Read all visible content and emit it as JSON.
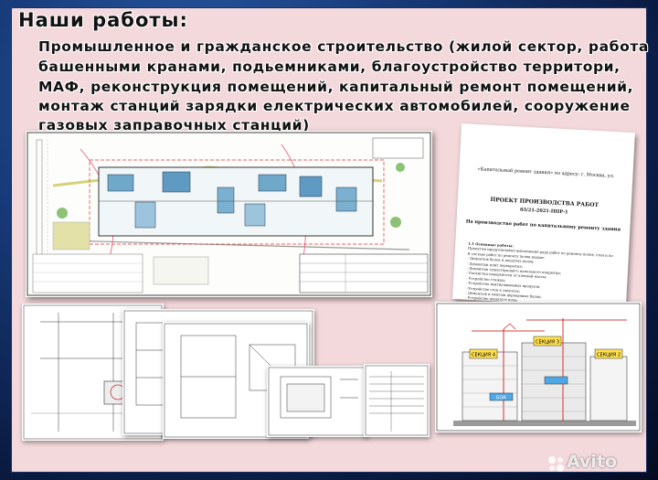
{
  "heading": "Наши работы:",
  "description_lines": [
    "Промышленное и гражданское строительство (жилой сектор, работа",
    "башенными кранами, подьемниками, благоустройство территори,",
    "МАФ, реконструкция помещений, капитальный ремонт помещений,",
    "монтаж станций зарядки електрических автомобилей, сооружение",
    "газовых заправочных станций)"
  ],
  "ppr_document": {
    "header": "«Капитальный ремонт здания» по адресу: г. Москва, ул.",
    "title": "ПРОЕКТ ПРОИЗВОДСТВА РАБОТ",
    "code": "03/21-2021-ППР-1",
    "subtitle": "На производство работ по капитальному ремонту здания",
    "section": "1.1 Основные работы:",
    "items": [
      "Проектом предусмотрено выполнение ряда работ по ремонту полов, стен и по",
      "В составе работ по ремонту полов входит:",
      "- Демонтаж балок и дощатых полов;",
      "- Демонтаж плит перекрытия;",
      "- Демонтаж существующего напольного покрытия;",
      "- Расчистка поверхности от клеевой массы;",
      "- Устройство стяжки;",
      "- Устройство вентиляционных продухов;",
      "- Устройство стен в санузлах;",
      "- Демонтаж и монтаж деревянных балок;",
      "- Устройство дощатого пола;"
    ]
  },
  "tower_labels": [
    "СЕКЦИЯ 4",
    "СЕКЦИЯ 3",
    "СЕКЦИЯ 2",
    "БОК"
  ],
  "watermark": "Avito",
  "colors": {
    "panel": "#f3d9dc",
    "frame": "#173a78",
    "watermark": "#ffffff"
  }
}
